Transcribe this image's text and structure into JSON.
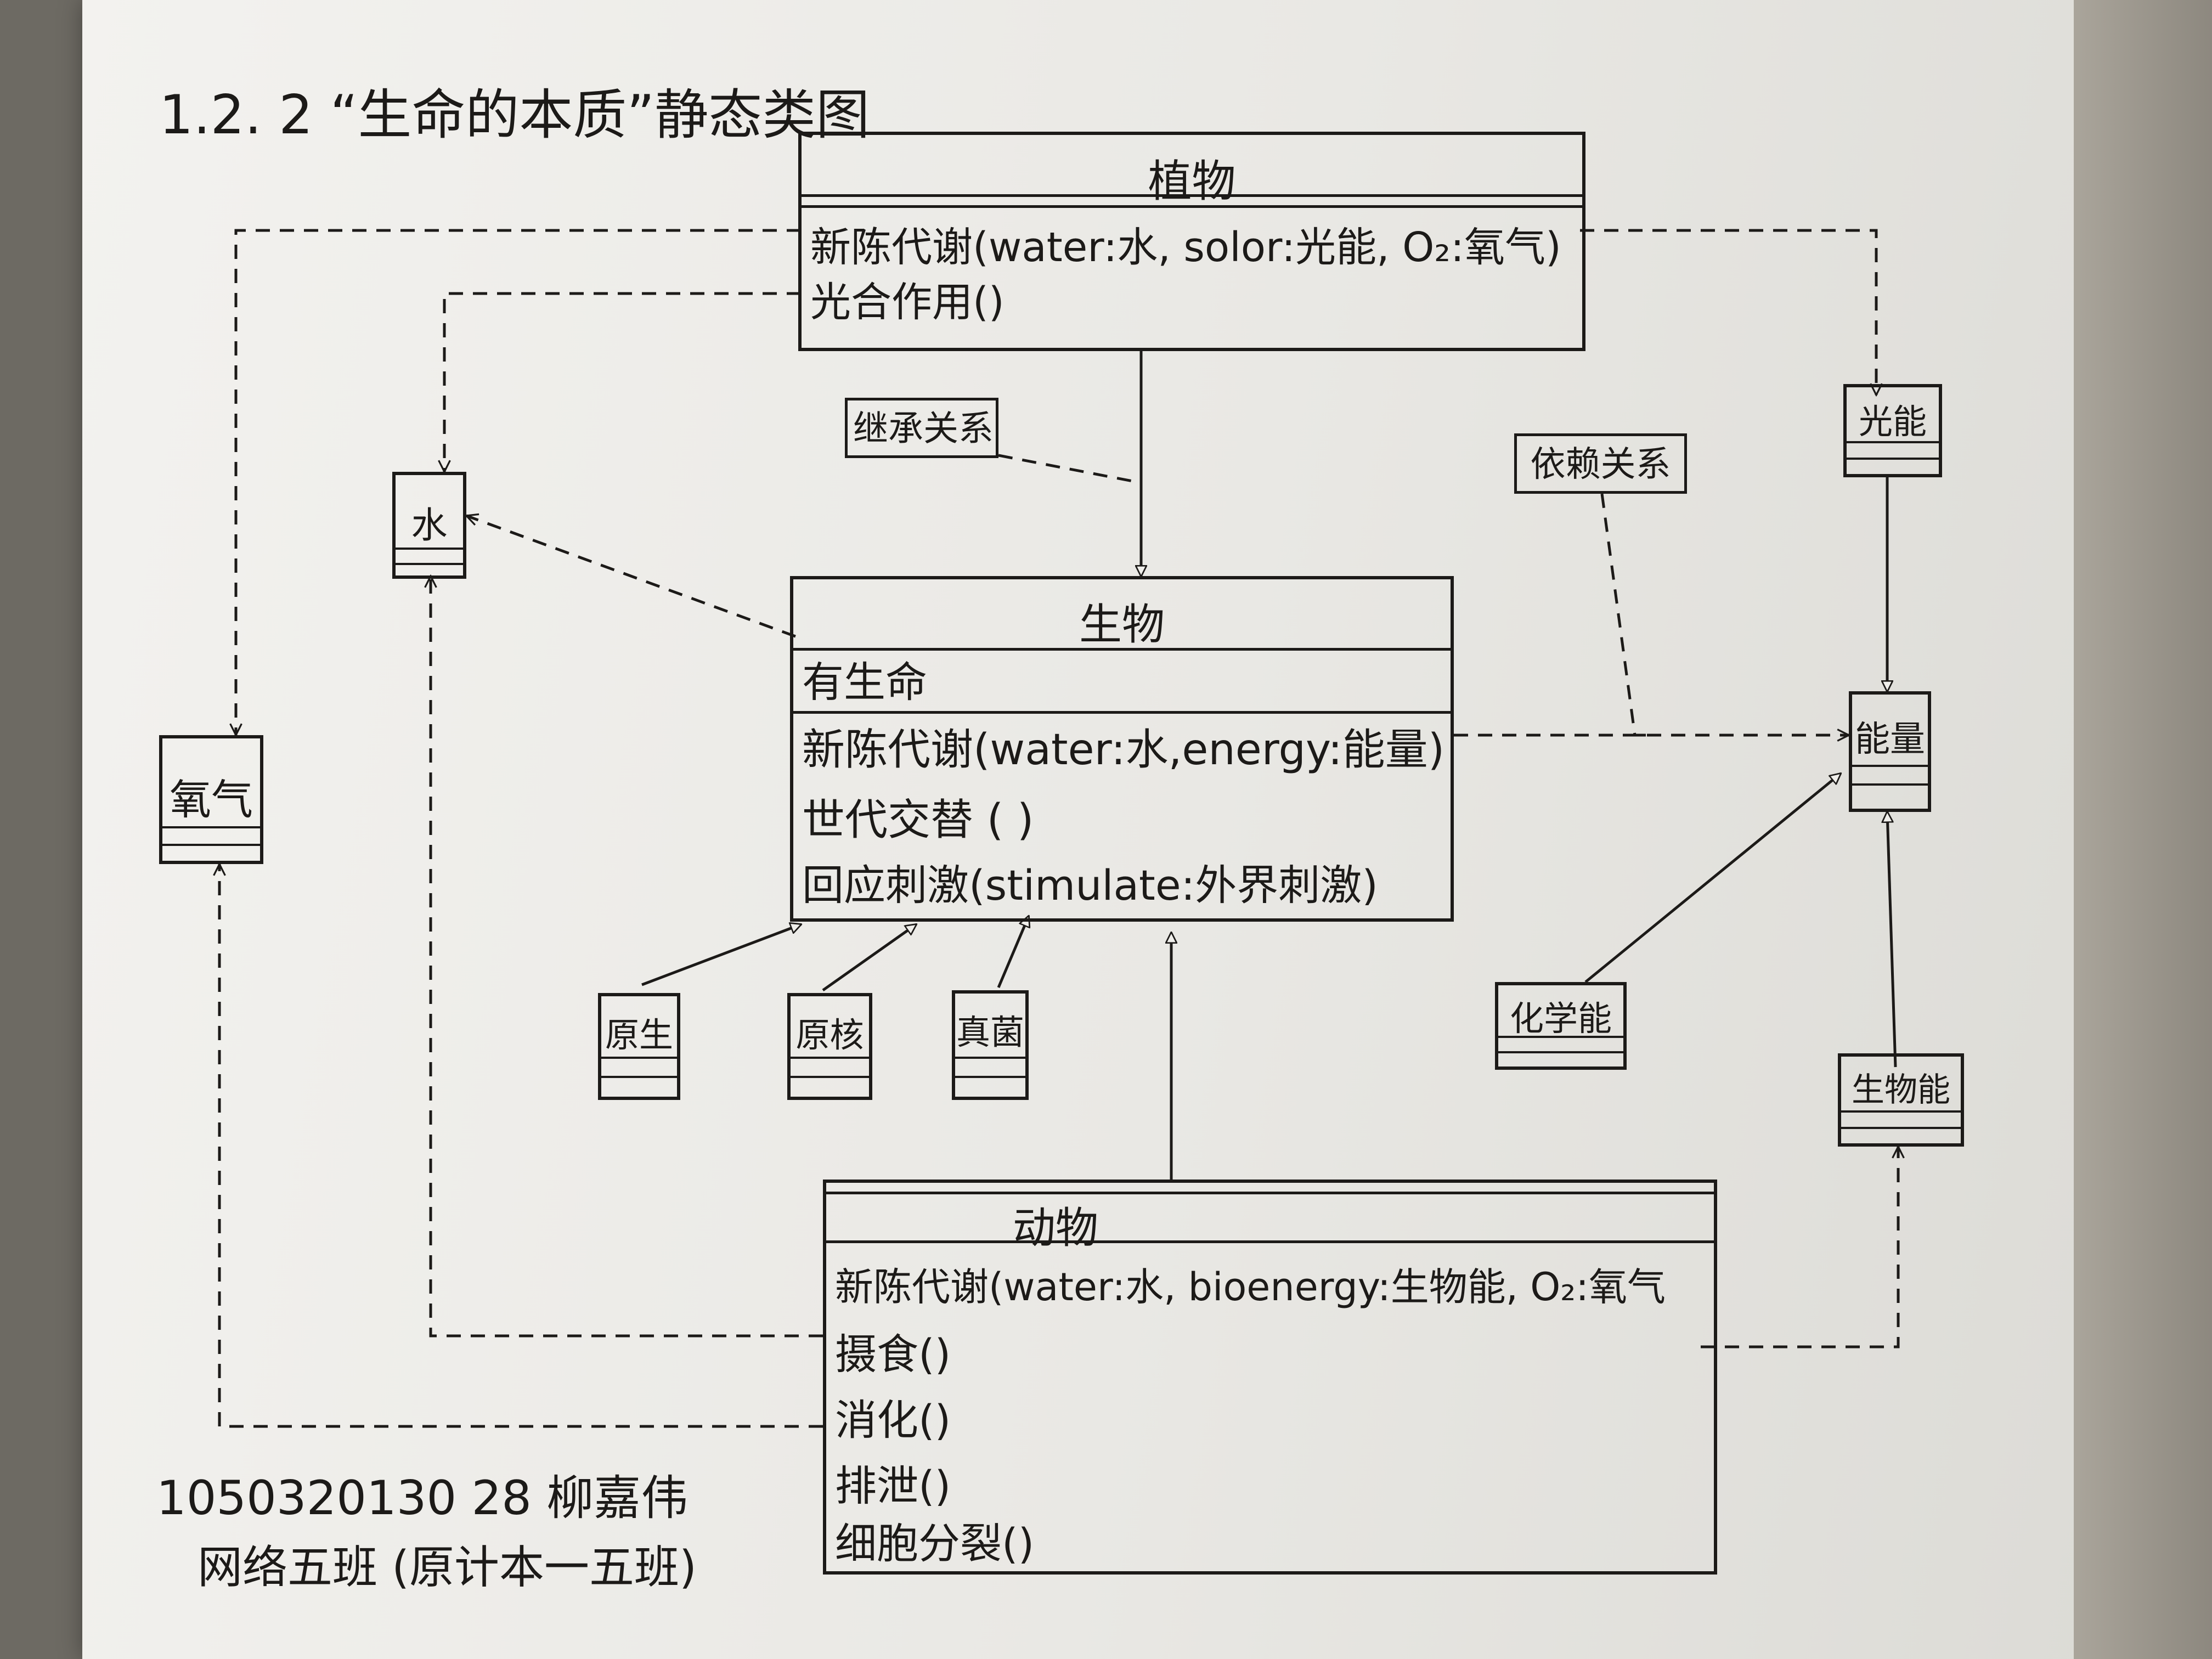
{
  "title": "1.2. 2 “生命的本质”静态类图",
  "classes": {
    "plant": {
      "name": "植物",
      "methods": [
        "新陈代谢(water:水, solor:光能, O₂:氧气)",
        "光合作用()"
      ]
    },
    "organism": {
      "name": "生物",
      "attributes": [
        "有生命"
      ],
      "methods": [
        "新陈代谢(water:水,energy:能量)",
        "世代交替 ( )",
        "回应刺激(stimulate:外界刺激)"
      ]
    },
    "animal": {
      "name": "动物",
      "methods": [
        "新陈代谢(water:水, bioenergy:生物能, O₂:氧气",
        "摄食()",
        "消化()",
        "排泄()",
        "细胞分裂()"
      ]
    }
  },
  "small_classes": {
    "water": "水",
    "oxygen": "氧气",
    "protist": "原生",
    "prokaryote": "原核",
    "fungi": "真菌",
    "light_energy": "光能",
    "energy": "能量",
    "chemical_energy": "化学能",
    "bioenergy": "生物能"
  },
  "notes": {
    "inheritance": "继承关系",
    "dependency": "依赖关系"
  },
  "author": {
    "id_name": "1050320130 28 柳嘉伟",
    "class": "网络五班 (原计本一五班)"
  }
}
